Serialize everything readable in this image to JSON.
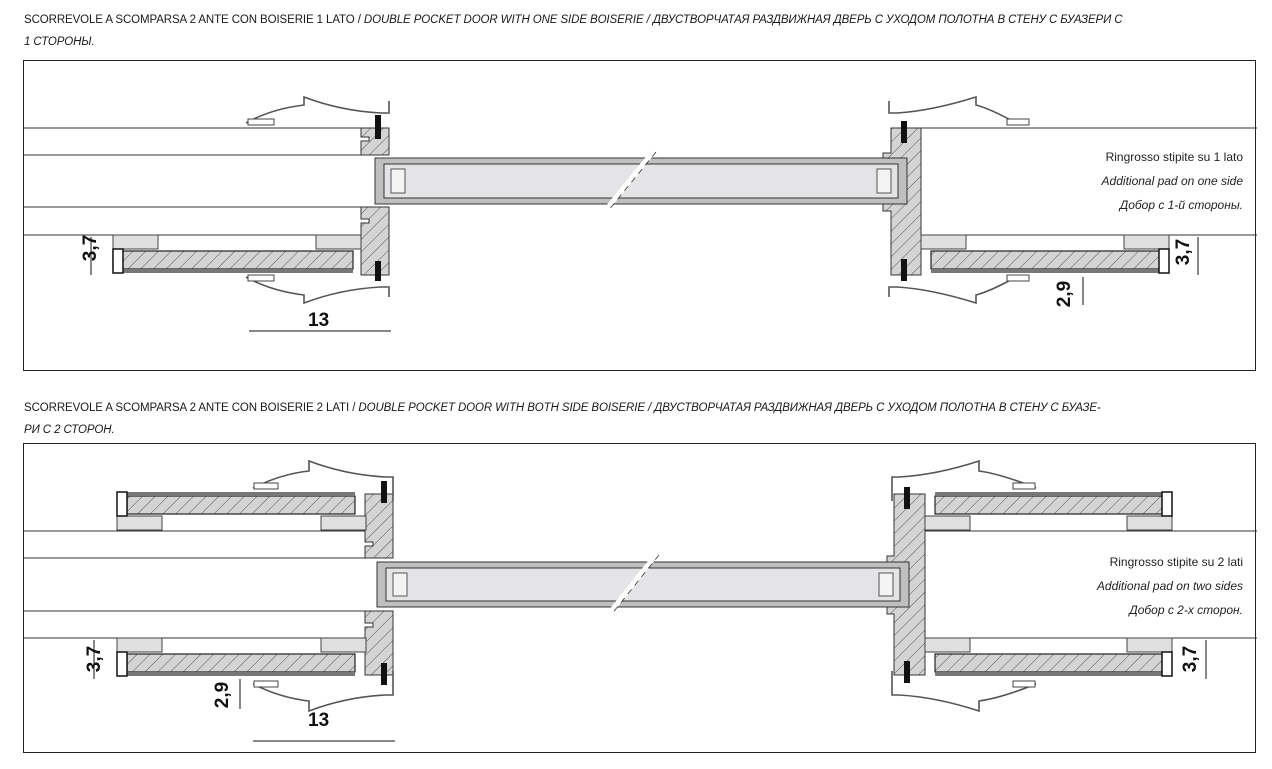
{
  "sections": [
    {
      "title": {
        "it": "SCORREVOLE A SCOMPARSA 2 ANTE CON BOISERIE 1 LATO",
        "sep": " / ",
        "en": "DOUBLE POCKET DOOR WITH ONE SIDE BOISERIE",
        "sep2": " / ",
        "ru_line1": "ДВУСТВОРЧАТАЯ РАЗДВИЖНАЯ ДВЕРЬ С УХОДОМ ПОЛОТНА В СТЕНУ С БУАЗЕРИ С",
        "ru_line2": "1 СТОРОНЫ."
      },
      "note": {
        "it": "Ringrosso stipite su 1 lato",
        "en": "Additional pad on one side",
        "ru": "Добор с 1-й стороны."
      },
      "dimensions": {
        "left_height": "3,7",
        "left_width": "13",
        "right_gap": "2,9",
        "right_height": "3,7"
      }
    },
    {
      "title": {
        "it": "SCORREVOLE A SCOMPARSA 2 ANTE CON BOISERIE 2 LATI",
        "sep": " / ",
        "en": "DOUBLE POCKET DOOR WITH BOTH SIDE BOISERIE",
        "sep2": " / ",
        "ru_line1": "ДВУСТВОРЧАТАЯ РАЗДВИЖНАЯ ДВЕРЬ С УХОДОМ ПОЛОТНА В СТЕНУ С БУАЗЕ-",
        "ru_line2": "РИ С 2 СТОРОН."
      },
      "note": {
        "it": "Ringrosso stipite su 2 lati",
        "en": "Additional pad on two sides",
        "ru": "Добор с 2-х сторон."
      },
      "dimensions": {
        "left_height": "3,7",
        "left_gap": "2,9",
        "left_width": "13",
        "right_height": "3,7"
      }
    }
  ],
  "colors": {
    "line": "#222222",
    "hatch_fill": "#d4d4d4",
    "panel_fill": "#e4e4e6",
    "profile_fill": "#bfbfbf"
  }
}
